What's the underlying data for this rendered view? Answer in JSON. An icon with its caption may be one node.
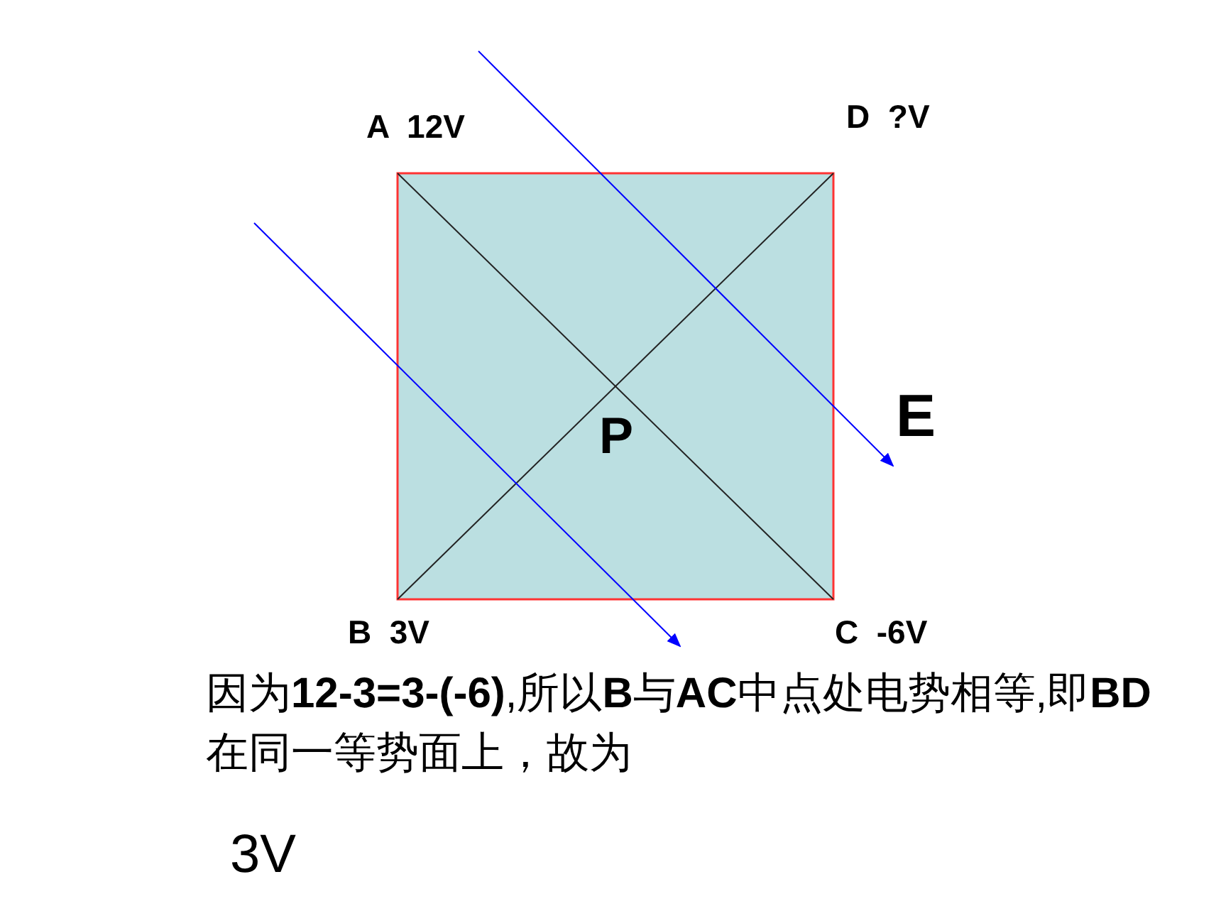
{
  "diagram": {
    "labels": [
      "A  12V",
      "D  ?V",
      "P",
      "E",
      "B  3V",
      "C  -6V",
      "因为**12-3=3-(-6)**,所以**B**与**AC**中点处电势相等,即**BD**在同一等势面上，故为",
      "3V"
    ]
  }
}
